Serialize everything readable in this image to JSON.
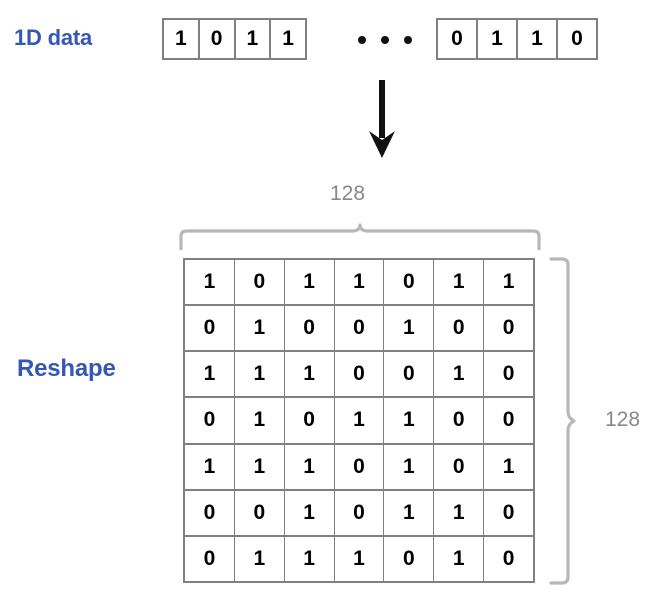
{
  "diagram": {
    "title": "1D data reshaped into 2D matrix",
    "colors": {
      "label_blue": "#3558b8",
      "dimension_gray": "#888888",
      "grid_gray": "#808080",
      "arrow_black": "#111111",
      "digit_black": "#000000",
      "background": "#ffffff"
    }
  },
  "source": {
    "label": "1D data",
    "left_group": [
      "1",
      "0",
      "1",
      "1"
    ],
    "ellipsis": "• • •",
    "ellipsis_dot_count": 3,
    "right_group": [
      "0",
      "1",
      "1",
      "0"
    ]
  },
  "operation": {
    "label": "Reshape",
    "arrow_direction": "down"
  },
  "target": {
    "width_label": "128",
    "height_label": "128",
    "columns": 7,
    "rows": 7,
    "matrix": [
      [
        "1",
        "0",
        "1",
        "1",
        "0",
        "1",
        "1"
      ],
      [
        "0",
        "1",
        "0",
        "0",
        "1",
        "0",
        "0"
      ],
      [
        "1",
        "1",
        "1",
        "0",
        "0",
        "1",
        "0"
      ],
      [
        "0",
        "1",
        "0",
        "1",
        "1",
        "0",
        "0"
      ],
      [
        "1",
        "1",
        "1",
        "0",
        "1",
        "0",
        "1"
      ],
      [
        "0",
        "0",
        "1",
        "0",
        "1",
        "1",
        "0"
      ],
      [
        "0",
        "1",
        "1",
        "1",
        "0",
        "1",
        "0"
      ]
    ]
  }
}
